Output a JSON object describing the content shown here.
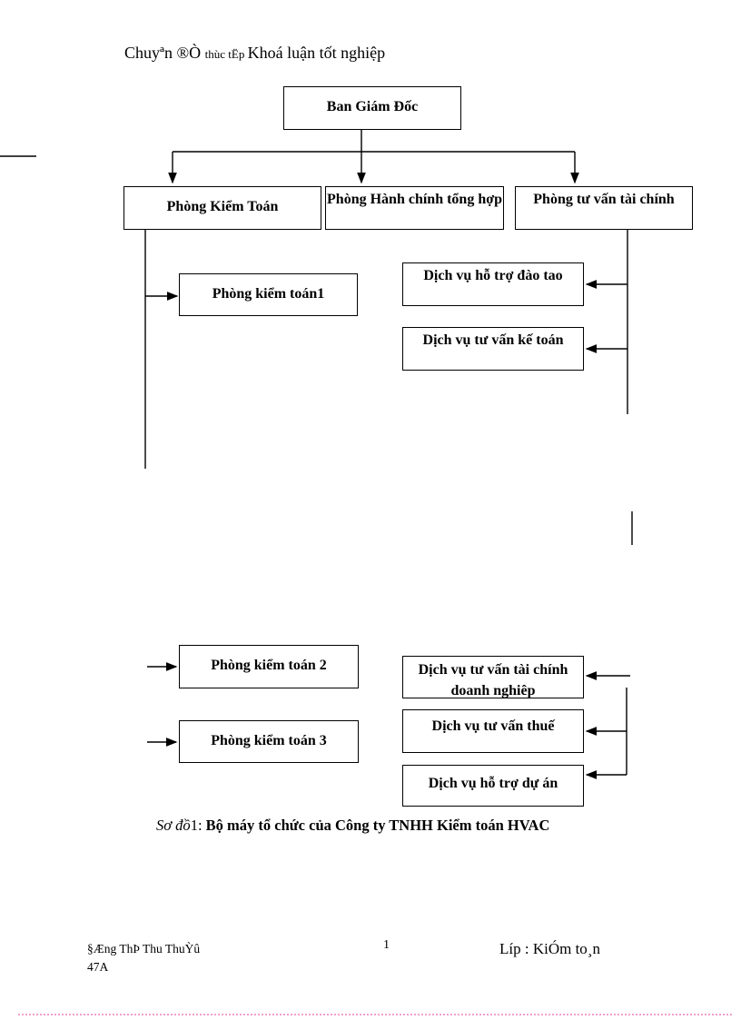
{
  "header": {
    "segment_large_1": "Chuyªn ®Ò ",
    "segment_small": "thùc tËp ",
    "segment_large_2": "Khoá luận tốt nghiệp"
  },
  "org_chart": {
    "root": {
      "label": "Ban Giám Đốc"
    },
    "level2": [
      {
        "label": "Phòng Kiểm Toán"
      },
      {
        "label": "Phòng Hành chính tổng hợp"
      },
      {
        "label": "Phòng tư vấn tài chính"
      }
    ],
    "audit_rooms": [
      {
        "label": "Phòng kiểm toán1"
      },
      {
        "label": "Phòng kiểm toán 2"
      },
      {
        "label": "Phòng kiểm toán 3"
      }
    ],
    "services": [
      {
        "label": "Dịch vụ hỗ trợ đào tao"
      },
      {
        "label": "Dịch vụ tư vấn kế toán"
      },
      {
        "label": "Dịch vụ tư vấn tài chính doanh nghiêp"
      },
      {
        "label": "Dịch vụ tư vấn thuế"
      },
      {
        "label": "Dịch vụ hỗ trợ dự án"
      }
    ]
  },
  "caption": {
    "prefix_italic": "Sơ đồ",
    "number": "1: ",
    "text_bold": "Bộ máy tổ chức của Công ty  TNHH Kiểm toán HVAC"
  },
  "footer": {
    "author": "§Æng ThÞ Thu ThuỲû",
    "class_year": "47A",
    "page_number": "1",
    "class_label": "Líp : KiÓm to¸n"
  },
  "colors": {
    "text": "#000000",
    "line": "#000000",
    "page_break_dots": "#f2a0ce"
  }
}
